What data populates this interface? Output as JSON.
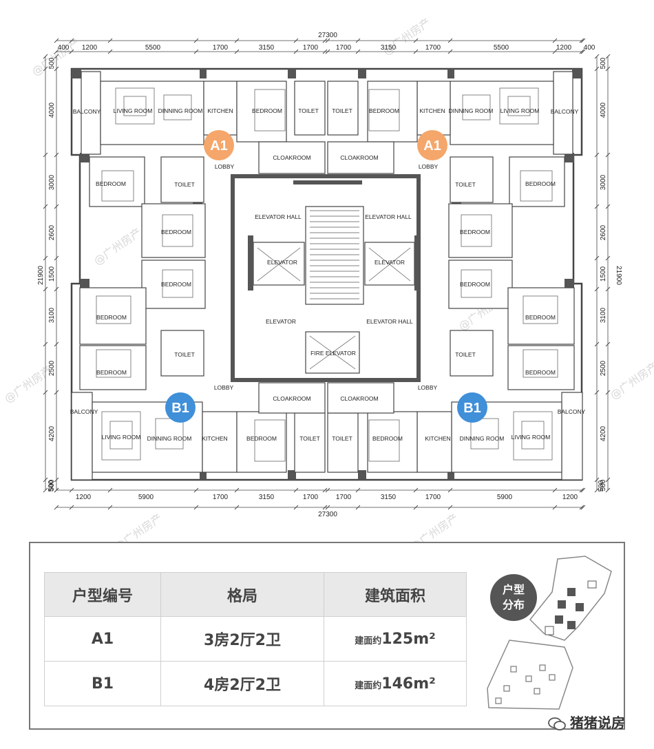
{
  "floor_plan": {
    "total_width": "27300",
    "total_depth": "21900",
    "top_dims": [
      "400",
      "1200",
      "5500",
      "1700",
      "3150",
      "1700",
      "1700",
      "3150",
      "1700",
      "5500",
      "1200",
      "400"
    ],
    "bottom_dims": [
      "500",
      "1200",
      "5900",
      "1700",
      "3150",
      "1700",
      "1700",
      "3150",
      "1700",
      "5900",
      "1200",
      "500"
    ],
    "left_dims": [
      "500",
      "4000",
      "3000",
      "2600",
      "1500",
      "3100",
      "2500",
      "4200",
      "500"
    ],
    "right_dims": [
      "500",
      "4000",
      "3000",
      "2600",
      "1500",
      "3100",
      "2500",
      "4200",
      "500"
    ],
    "rooms": {
      "living": "LIVING ROOM",
      "dining": "DINNING ROOM",
      "kitchen": "KITCHEN",
      "bedroom": "BEDROOM",
      "toilet": "TOILET",
      "balcony": "BALCONY",
      "lobby": "LOBBY",
      "cloakroom": "CLOAKROOM",
      "elevator": "ELEVATOR",
      "elevator_hall": "ELEVATOR HALL",
      "fire_elevator": "FIRE ELEVATOR"
    },
    "unit_badges": {
      "a": "A1",
      "b": "B1"
    },
    "colors": {
      "badge_a": "#f5a66a",
      "badge_b": "#3f8fd9",
      "walls": "#555555"
    }
  },
  "watermark": "@广州房产",
  "table": {
    "headers": [
      "户型编号",
      "格局",
      "建筑面积"
    ],
    "rows": [
      {
        "code": "A1",
        "layout": "3房2厅2卫",
        "area_prefix": "建面约",
        "area": "125m²"
      },
      {
        "code": "B1",
        "layout": "4房2厅2卫",
        "area_prefix": "建面约",
        "area": "146m²"
      }
    ]
  },
  "key_plan": {
    "label": "户型分布"
  },
  "footer": {
    "account": "猪猪说房",
    "icon": "wechat-icon"
  }
}
